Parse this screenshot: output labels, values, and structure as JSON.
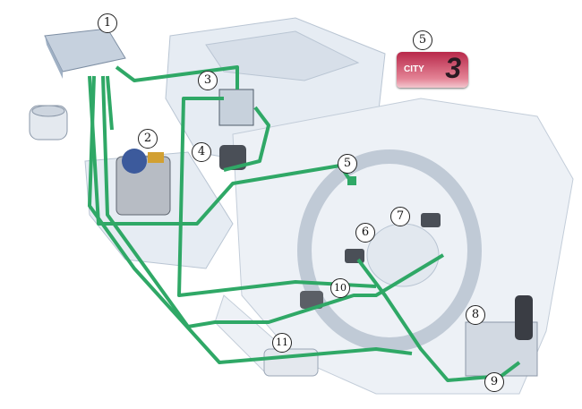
{
  "title": "Selespeed gearbox system components",
  "callouts": [
    "1",
    "2",
    "3",
    "4",
    "5",
    "5",
    "6",
    "7",
    "8",
    "9",
    "10",
    "11"
  ],
  "display": {
    "mode_label": "CITY",
    "gear": "3",
    "color": "#c8365a"
  },
  "colors": {
    "wire": "#2fa866",
    "ghost": "#dfe6ee",
    "outline": "#b8c4d2"
  }
}
